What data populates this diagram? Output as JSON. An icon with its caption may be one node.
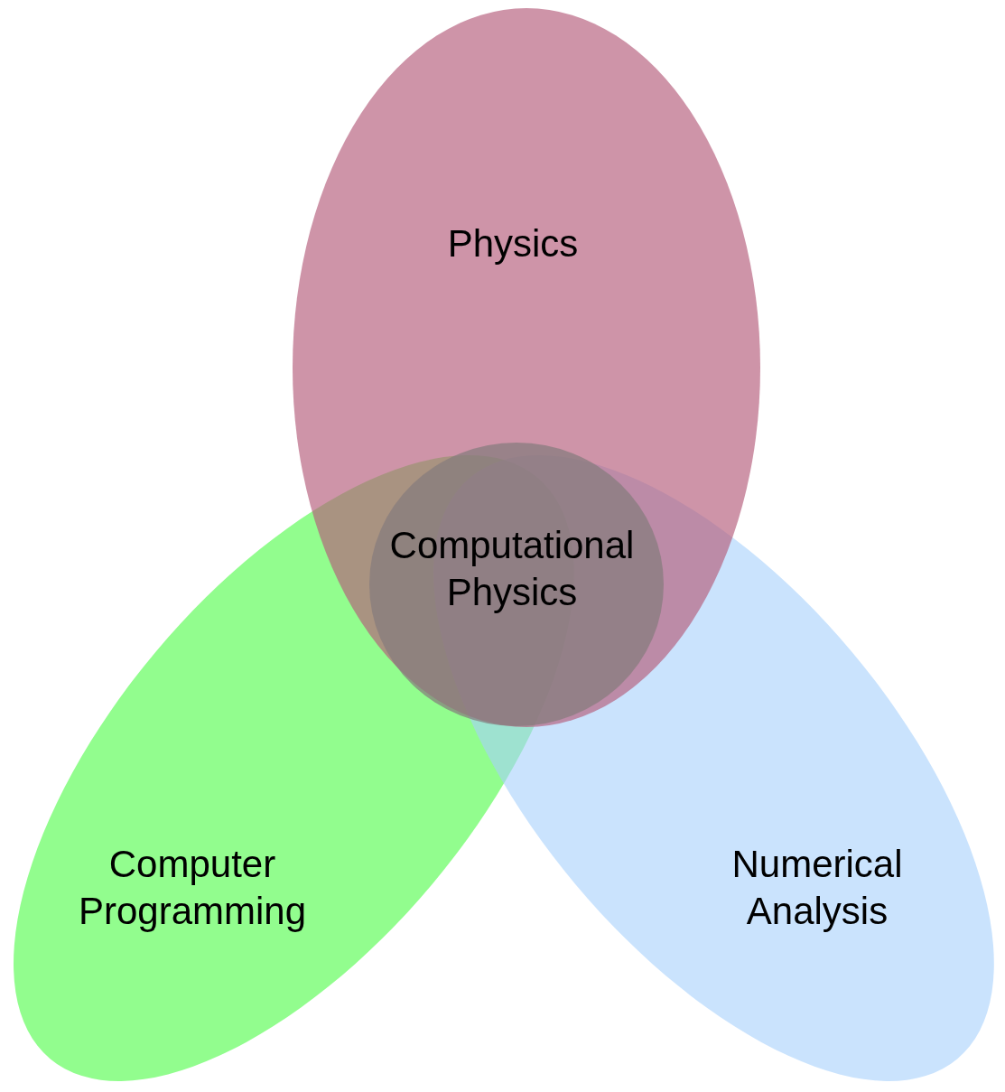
{
  "diagram": {
    "nodes": [
      {
        "text": [
          "Physics"
        ]
      },
      {
        "text": [
          "Computational Physics"
        ],
        "in": 0
      },
      {
        "text": [
          "Computer Programming"
        ]
      },
      {
        "text": [
          "Numerical Analysis"
        ]
      }
    ]
  }
}
